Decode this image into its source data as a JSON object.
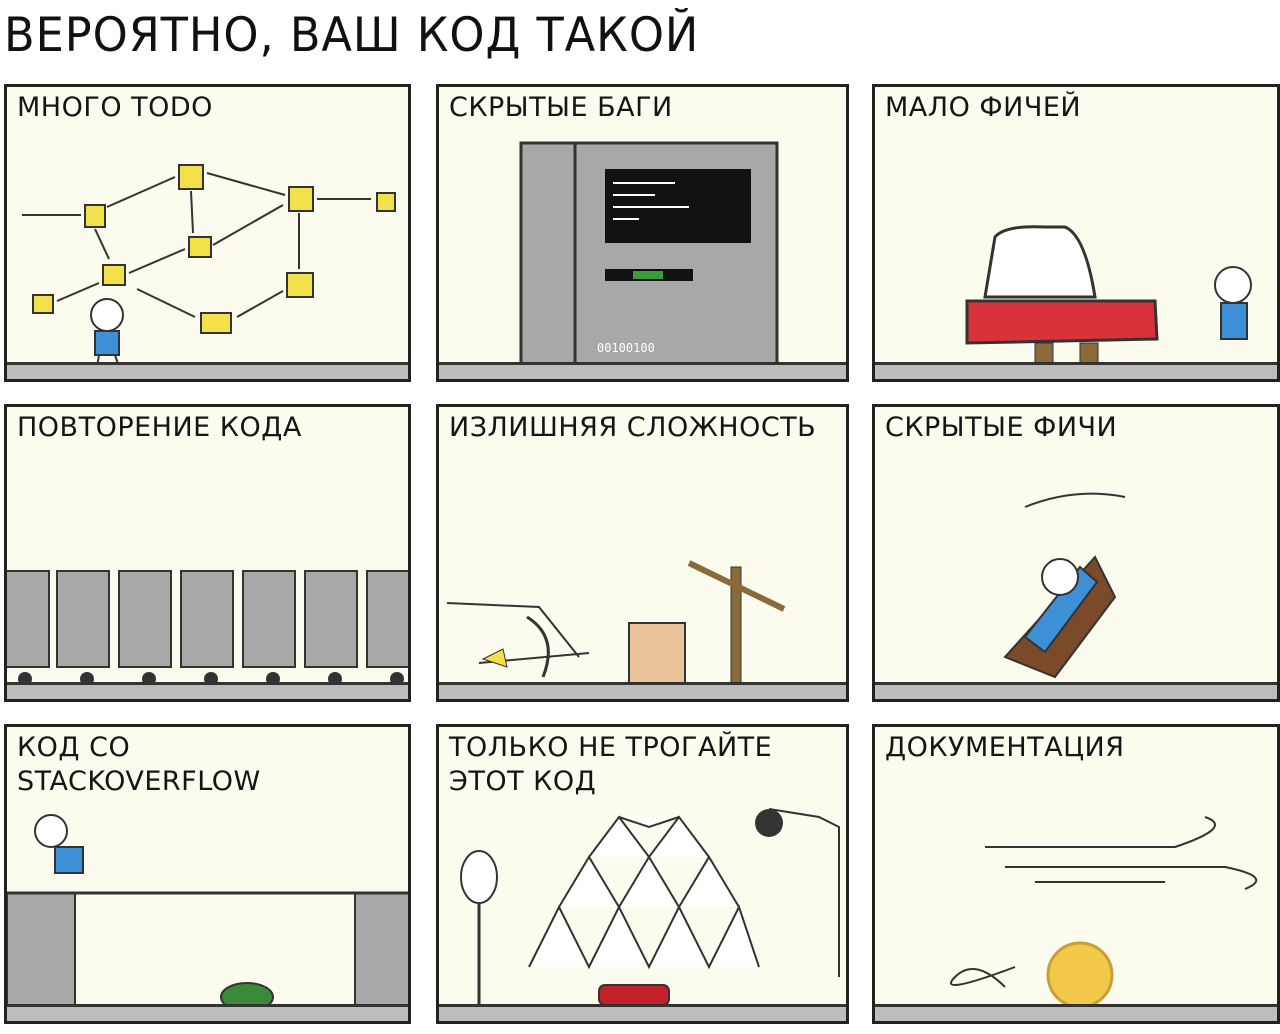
{
  "title": "ВЕРОЯТНО, ВАШ КОД ТАКОЙ",
  "panels": [
    {
      "label": "МНОГО TODO"
    },
    {
      "label": "СКРЫТЫЕ БАГИ",
      "screen_text": "00100100"
    },
    {
      "label": "МАЛО ФИЧЕЙ"
    },
    {
      "label": "ПОВТОРЕНИЕ КОДА"
    },
    {
      "label": "ИЗЛИШНЯЯ СЛОЖНОСТЬ"
    },
    {
      "label": "СКРЫТЫЕ ФИЧИ"
    },
    {
      "label": "КОД СО\nSTACKOVERFLOW"
    },
    {
      "label": "ТОЛЬКО НЕ ТРОГАЙТЕ\nЭТОТ КОД"
    },
    {
      "label": "ДОКУМЕНТАЦИЯ"
    }
  ],
  "colors": {
    "panel_bg": "#fbfbee",
    "sticky_note": "#f2e04a",
    "car": "#d9323a",
    "shirt": "#3d8fd6",
    "floor": "#bdbdbd"
  }
}
